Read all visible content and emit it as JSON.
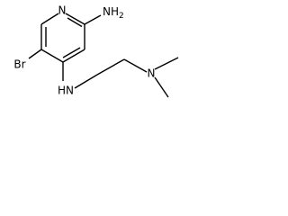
{
  "molecule": {
    "atoms": {
      "ring_n": "N",
      "bromine": "Br",
      "amine_nh2": "NH",
      "amine_nh2_sub": "2",
      "linker_nh": "HN",
      "dimethyl_n": "N"
    }
  }
}
